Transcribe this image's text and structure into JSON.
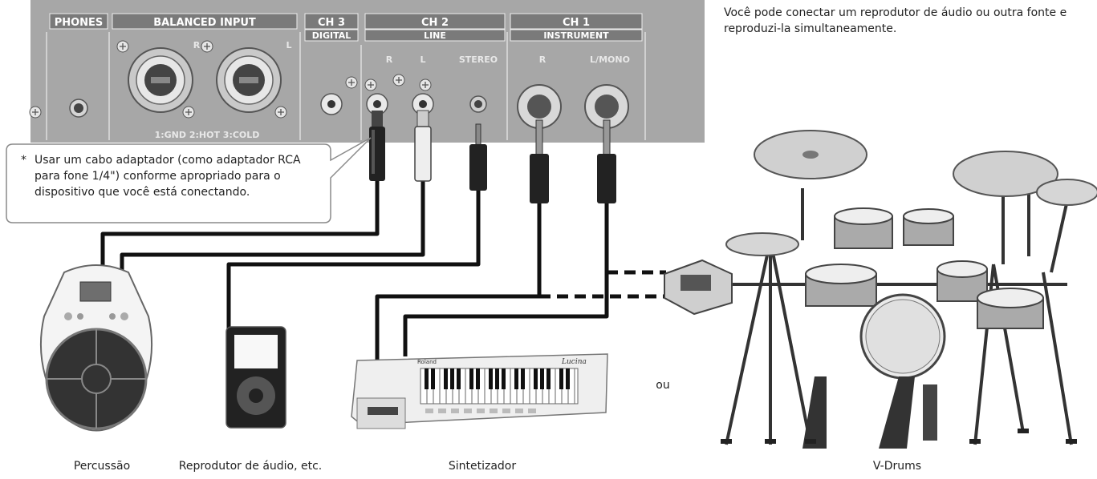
{
  "description": "Você pode conectar um reprodutor de áudio ou outra fonte e reproduzi-la simultaneamente.",
  "note": {
    "marker": "*",
    "text": "Usar um cabo adaptador (como adaptador RCA para fone 1/4\") conforme apropriado para o dispositivo que você está conectando."
  },
  "panel": {
    "phones": "PHONES",
    "balanced_input": "BALANCED INPUT",
    "r": "R",
    "l": "L",
    "pin_legend": "1:GND  2:HOT  3:COLD",
    "ch3": "CH 3",
    "ch3_sub": "DIGITAL",
    "ch2": "CH 2",
    "ch2_sub": "LINE",
    "ch2_r": "R",
    "ch2_l": "L",
    "ch2_stereo": "STEREO",
    "ch1": "CH 1",
    "ch1_sub": "INSTRUMENT",
    "ch1_r": "R",
    "ch1_lmono": "L/MONO"
  },
  "devices": {
    "percussion": "Percussão",
    "audio_player": "Reprodutor de áudio, etc.",
    "synth": "Sintetizador",
    "vdrums": "V-Drums",
    "or": "ou",
    "synth_brand": "Roland",
    "synth_model": "Lucina"
  },
  "colors": {
    "panel": "#a7a7a7",
    "panel_dark": "#6e6e6e",
    "cable": "#111111",
    "callout_border": "#8a8a8a"
  }
}
